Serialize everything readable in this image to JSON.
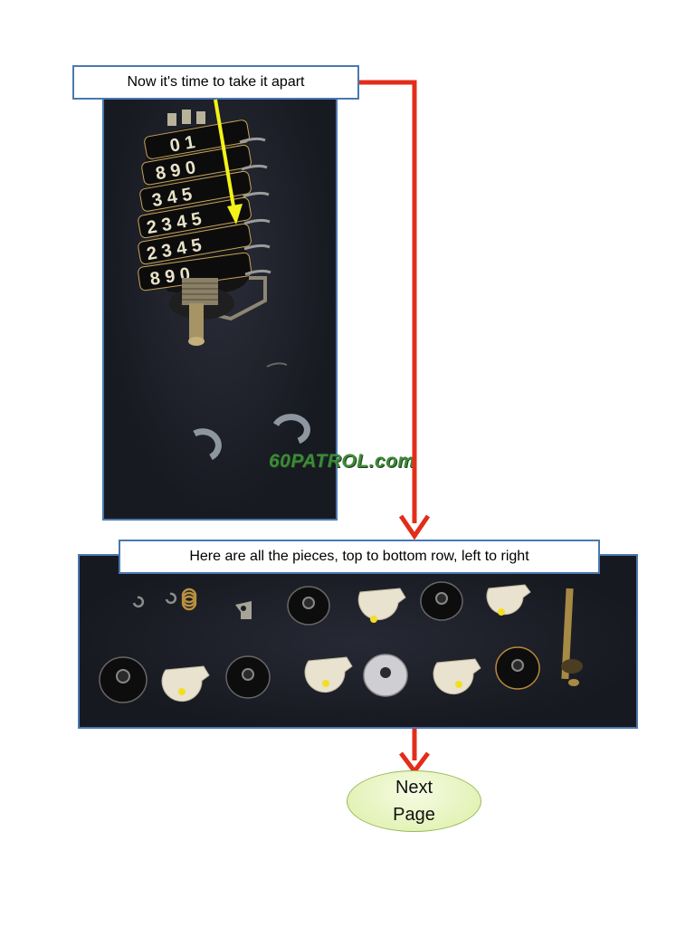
{
  "captions": {
    "top": "Now it's time to take it apart",
    "bottom": "Here are all the pieces, top to bottom row, left to right"
  },
  "watermark": "60PATROL.com",
  "next_button": {
    "line1": "Next",
    "line2": "Page"
  },
  "colors": {
    "flow_arrow": "#e32d19",
    "pointer_arrow": "#f2f21a",
    "frame": "#4a78b0"
  },
  "drum": {
    "rows": [
      "0 1",
      "8 9 0",
      "3 4 5",
      "2 3 4 5",
      "2 3 4 5",
      "8 9 0"
    ]
  }
}
